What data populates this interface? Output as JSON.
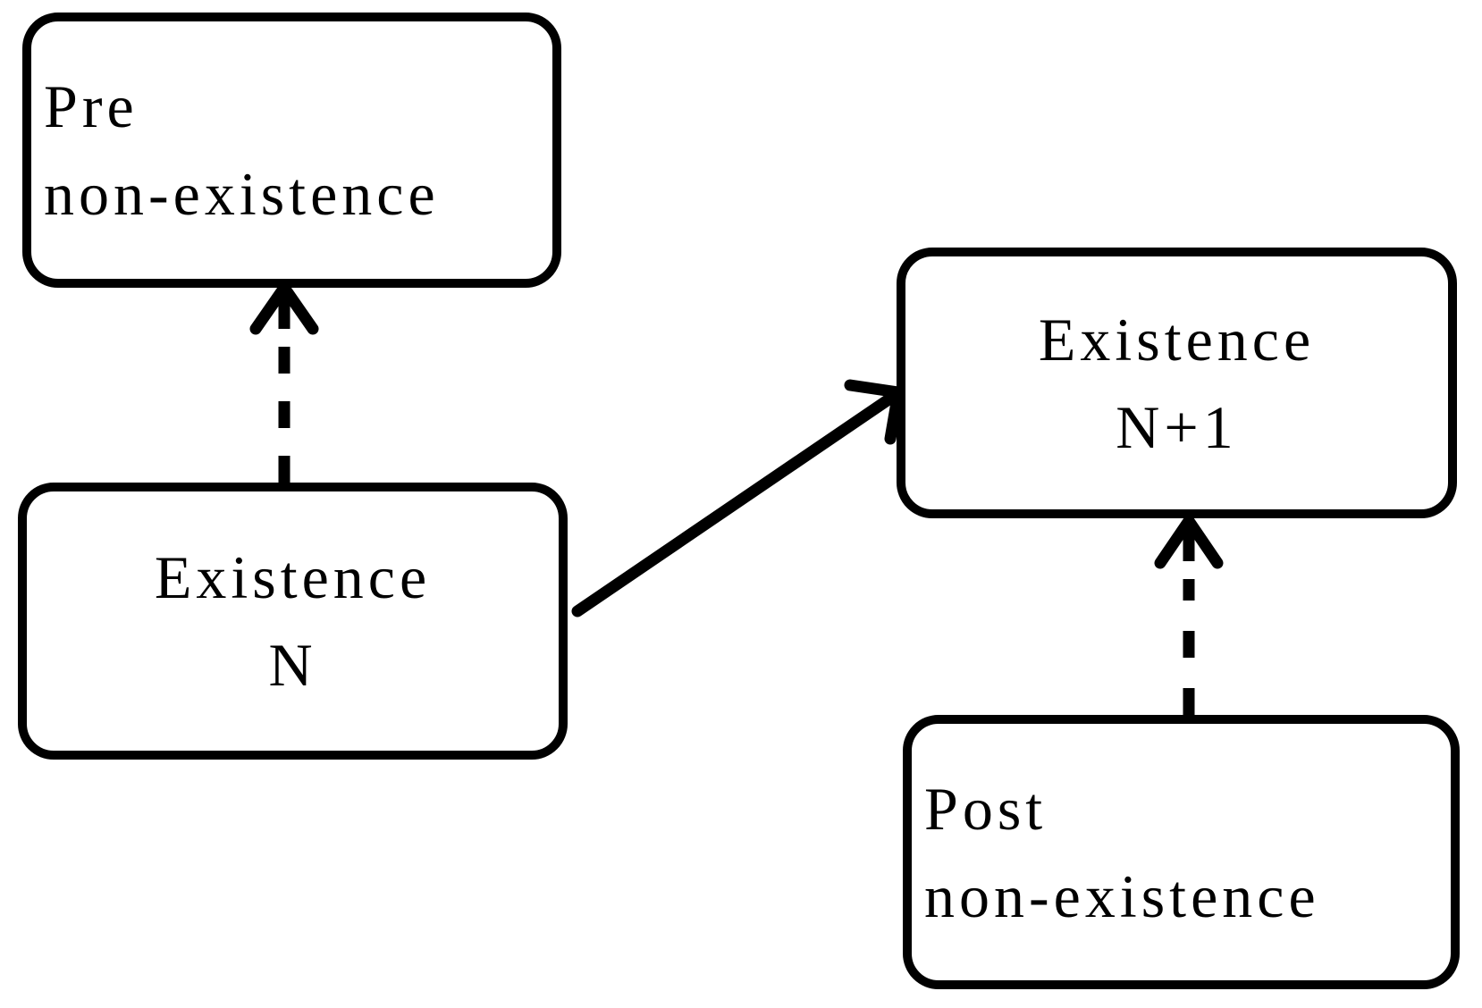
{
  "diagram": {
    "boxes": [
      {
        "id": "pre-non-existence",
        "lines": [
          "Pre",
          "non-existence"
        ]
      },
      {
        "id": "existence-n",
        "lines": [
          "Existence",
          "N"
        ]
      },
      {
        "id": "existence-n-plus-1",
        "lines": [
          "Existence",
          "N+1"
        ]
      },
      {
        "id": "post-non-existence",
        "lines": [
          "Post",
          "non-existence"
        ]
      }
    ],
    "arrows": [
      {
        "from": "existence-n",
        "to": "pre-non-existence",
        "style": "dashed"
      },
      {
        "from": "existence-n",
        "to": "existence-n-plus-1",
        "style": "solid"
      },
      {
        "from": "post-non-existence",
        "to": "existence-n-plus-1",
        "style": "dashed"
      }
    ],
    "colors": {
      "line": "#000000",
      "text": "#000000",
      "background": "#ffffff"
    }
  }
}
